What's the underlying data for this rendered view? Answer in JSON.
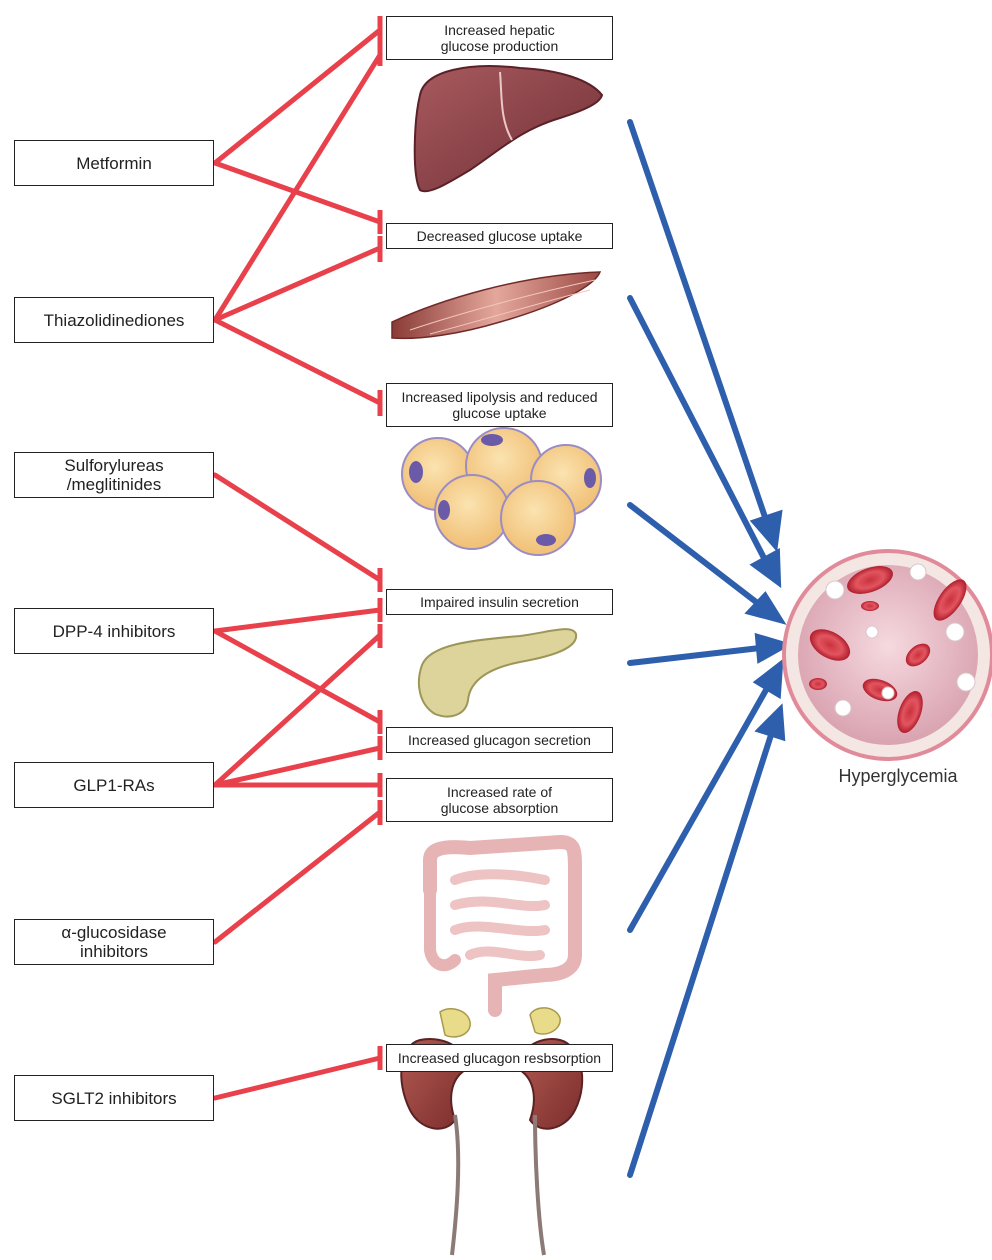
{
  "drugs": [
    {
      "id": "metformin",
      "label": "Metformin"
    },
    {
      "id": "thiazolidinediones",
      "label": "Thiazolidinediones"
    },
    {
      "id": "sulfonylureas",
      "label": "Sulforylureas\n/meglitinides"
    },
    {
      "id": "dpp4",
      "label": "DPP-4 inhibitors"
    },
    {
      "id": "glp1",
      "label": "GLP1-RAs"
    },
    {
      "id": "aglucosidase",
      "label": "α-glucosidase\ninhibitors"
    },
    {
      "id": "sglt2",
      "label": "SGLT2 inhibitors"
    }
  ],
  "effects": [
    {
      "id": "hepatic",
      "label": "Increased hepatic\nglucose production"
    },
    {
      "id": "uptake",
      "label": "Decreased glucose uptake"
    },
    {
      "id": "lipolysis",
      "label": "Increased lipolysis and reduced\nglucose uptake"
    },
    {
      "id": "insulin",
      "label": "Impaired insulin secretion"
    },
    {
      "id": "glucagon",
      "label": "Increased glucagon secretion"
    },
    {
      "id": "absorption",
      "label": "Increased rate of\nglucose absorption"
    },
    {
      "id": "resorption",
      "label": "Increased glucagon resbsorption"
    }
  ],
  "organs": [
    "liver",
    "muscle",
    "adipose tissue",
    "pancreas",
    "intestine",
    "kidneys"
  ],
  "outcome": {
    "label": "Hyperglycemia"
  },
  "inhibitions": [
    [
      "metformin",
      "hepatic"
    ],
    [
      "metformin",
      "uptake"
    ],
    [
      "thiazolidinediones",
      "hepatic"
    ],
    [
      "thiazolidinediones",
      "uptake"
    ],
    [
      "thiazolidinediones",
      "lipolysis"
    ],
    [
      "sulfonylureas",
      "insulin"
    ],
    [
      "dpp4",
      "insulin"
    ],
    [
      "dpp4",
      "glucagon"
    ],
    [
      "glp1",
      "insulin"
    ],
    [
      "glp1",
      "glucagon"
    ],
    [
      "glp1",
      "absorption"
    ],
    [
      "aglucosidase",
      "absorption"
    ],
    [
      "sglt2",
      "resorption"
    ]
  ],
  "colors": {
    "inhibit": "#e8414b",
    "promote": "#2e5fad",
    "border": "#222222"
  }
}
